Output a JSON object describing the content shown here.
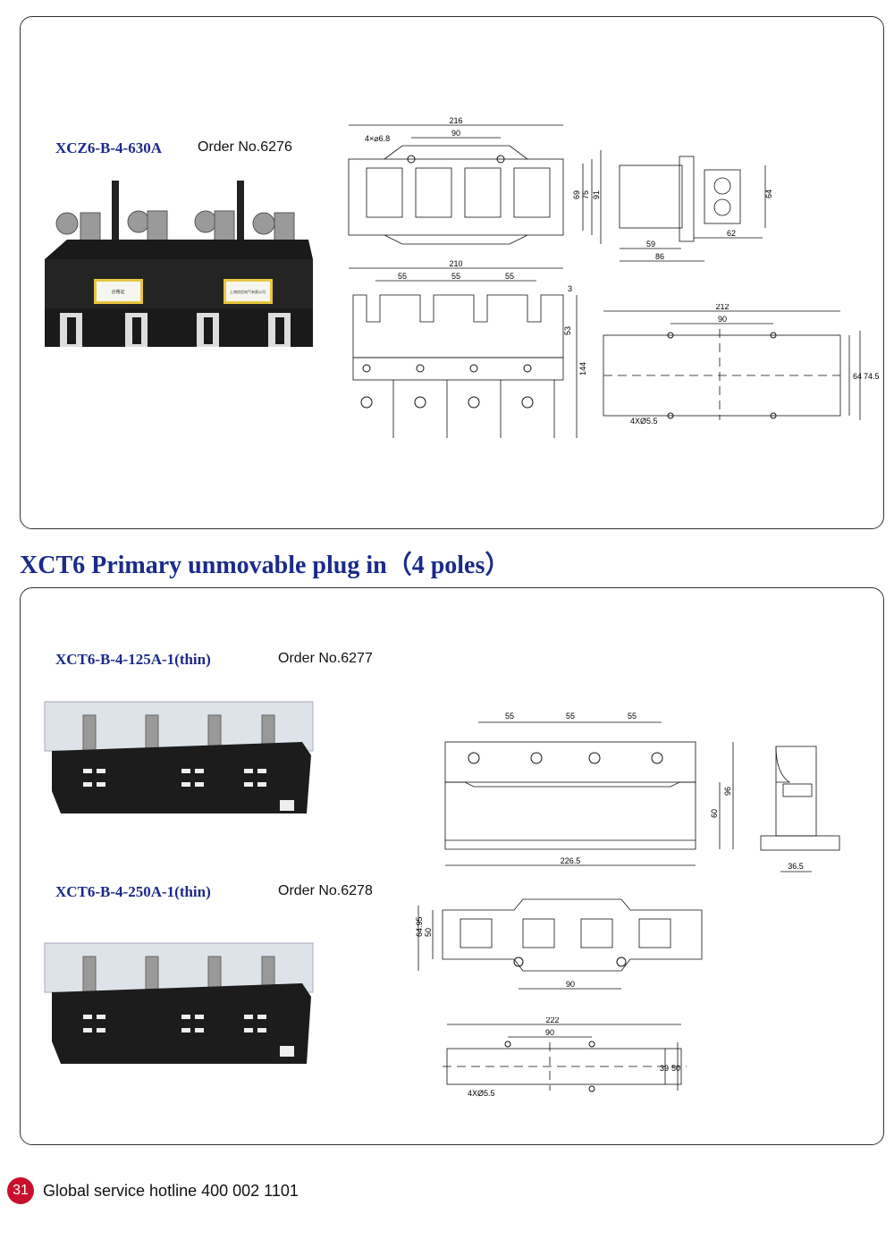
{
  "top_product": {
    "model": "XCZ6-B-4-630A",
    "order": "Order No.6276",
    "photo_icon": "black-4-pole-plug-in-base-photo",
    "photo_text": {
      "badge_a": "合格证",
      "badge_b": "上海良信电气有限公司"
    },
    "dims": {
      "top_view": [
        "216",
        "90",
        "4×⌀6.8",
        "69",
        "75",
        "91"
      ],
      "side_view": [
        "64",
        "59",
        "62",
        "86"
      ],
      "front_view": [
        "210",
        "55",
        "55",
        "55",
        "3",
        "53",
        "144"
      ],
      "mount_view": [
        "212",
        "90",
        "64",
        "74.5",
        "4XØ5.5"
      ]
    }
  },
  "section": {
    "title": "XCT6  Primary unmovable plug in（4 poles）"
  },
  "products": [
    {
      "model": "XCT6-B-4-125A-1(thin)",
      "order": "Order No.6277",
      "photo_icon": "4-pole-plug-with-clear-cover-photo"
    },
    {
      "model": "XCT6-B-4-250A-1(thin)",
      "order": "Order No.6278",
      "photo_icon": "4-pole-plug-with-clear-cover-photo"
    }
  ],
  "dims_125": {
    "front": [
      "55",
      "55",
      "55",
      "96",
      "60",
      "226.5"
    ],
    "side": [
      "36.5"
    ]
  },
  "dims_250": {
    "top": [
      "64.95",
      "50",
      "90"
    ],
    "mount": [
      "222",
      "90",
      "39",
      "50",
      "4XØ5.5"
    ]
  },
  "footer": {
    "page_number": "31",
    "hotline": "Global service hotline  400 002 1101"
  }
}
